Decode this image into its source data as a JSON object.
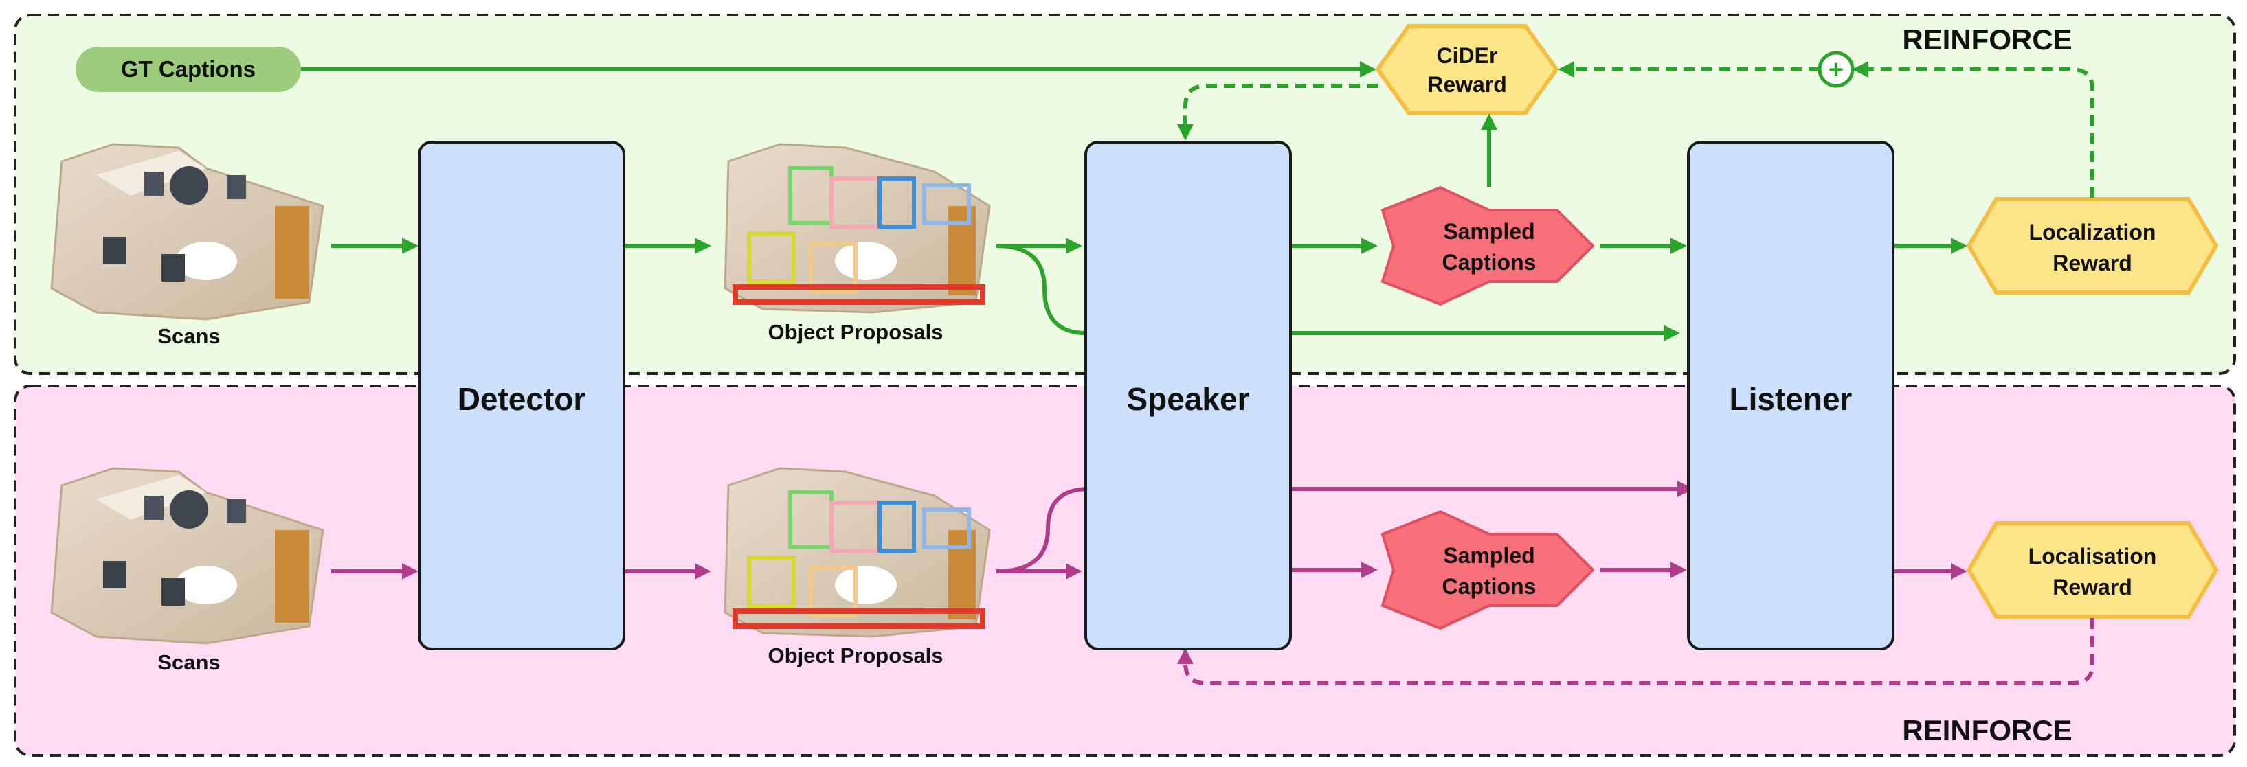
{
  "colors": {
    "top_panel_bg": "#eefbe4",
    "bottom_panel_bg": "#ffdcf3",
    "panel_border": "#222222",
    "module_fill": "#cce0fb",
    "module_border": "#1a1a1a",
    "green_arrow": "#2aa52a",
    "purple_arrow": "#b03c8a",
    "star_fill": "#f8717a",
    "star_border": "#e05060",
    "hex_fill": "#fde58a",
    "hex_border": "#f6bd43",
    "gt_fill": "#9ccc7c"
  },
  "top_branch": {
    "title": "REINFORCE",
    "gt_captions": "GT Captions",
    "scans_label": "Scans",
    "proposals_label": "Object Proposals",
    "cider_reward": [
      "CiDEr",
      "Reward"
    ],
    "sampled_captions": [
      "Sampled",
      "Captions"
    ],
    "localization_reward": [
      "Localization",
      "Reward"
    ],
    "sum_symbol": "+"
  },
  "bottom_branch": {
    "title": "REINFORCE",
    "scans_label": "Scans",
    "proposals_label": "Object Proposals",
    "sampled_captions": [
      "Sampled",
      "Captions"
    ],
    "localisation_reward": [
      "Localisation",
      "Reward"
    ]
  },
  "modules": {
    "detector": "Detector",
    "speaker": "Speaker",
    "listener": "Listener"
  }
}
